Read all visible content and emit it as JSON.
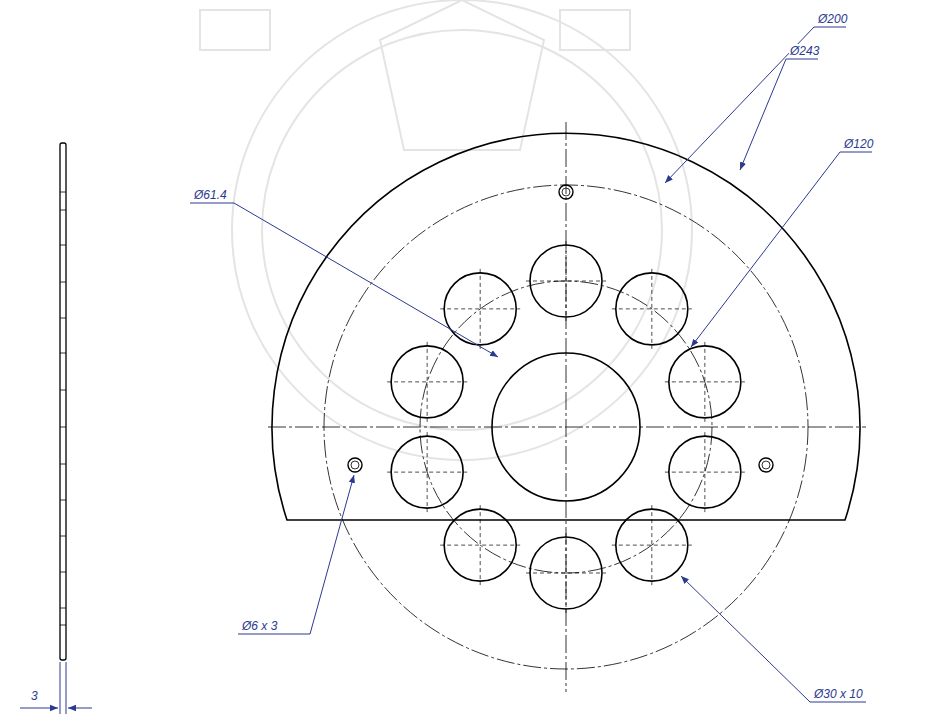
{
  "diagram": {
    "labels": [
      "Ø200",
      "Ø243",
      "Ø61.4",
      "Ø120",
      "Ø6 x 3",
      "Ø30 x 10",
      "3"
    ]
  }
}
